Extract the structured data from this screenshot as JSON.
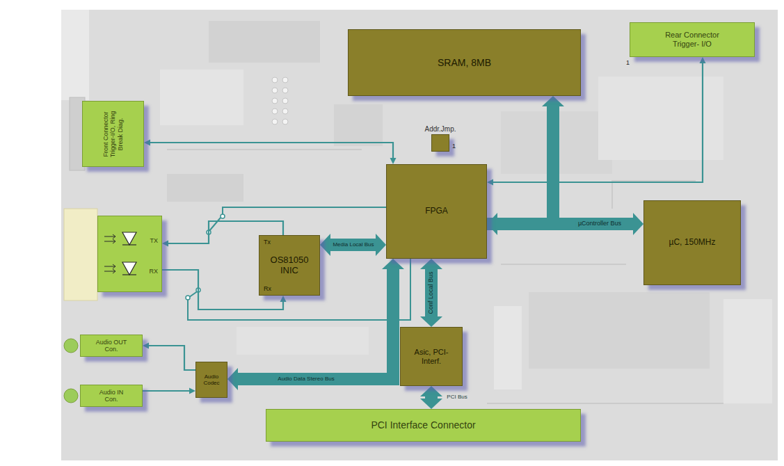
{
  "diagram": {
    "nodes": [
      {
        "text": [
          "SRAM, 8MB"
        ]
      },
      {
        "text": [
          "Rear Connector Trigger- I/O"
        ]
      },
      {
        "text": [
          "Front Connector Trigger-I/O, Ring Break Diag."
        ]
      },
      {
        "text": [
          "Addr.Jmp."
        ]
      },
      {
        "text": [
          "FPGA"
        ]
      },
      {
        "text": [
          "µC, 150MHz"
        ]
      },
      {
        "text": [
          "TX",
          "RX"
        ]
      },
      {
        "text": [
          "OS81050 INIC",
          "Tx",
          "Rx"
        ]
      },
      {
        "text": [
          "Audio OUT Con."
        ]
      },
      {
        "text": [
          "Audio IN Con."
        ]
      },
      {
        "text": [
          "Audio Codec"
        ]
      },
      {
        "text": [
          "Asic, PCI-Interf."
        ]
      },
      {
        "text": [
          "PCI Interface Connector"
        ]
      }
    ],
    "edges": [
      {
        "from": 4,
        "to": 0,
        "arrow": "to"
      },
      {
        "from": 4,
        "to": 5,
        "label": "µController Bus",
        "arrow": "both"
      },
      {
        "from": 4,
        "to": 1,
        "arrow": "both"
      },
      {
        "from": 2,
        "to": 4,
        "arrow": "both"
      },
      {
        "from": 7,
        "to": 4,
        "label": "Media Local Bus",
        "arrow": "both"
      },
      {
        "from": 4,
        "to": 11,
        "label": "Conf Local Bus",
        "arrow": "both"
      },
      {
        "from": 4,
        "to": 10,
        "label": "Audio Data Stereo Bus",
        "arrow": "both"
      },
      {
        "from": 11,
        "to": 12,
        "label": "PCI Bus",
        "arrow": "both"
      },
      {
        "from": 10,
        "to": 8,
        "arrow": "to"
      },
      {
        "from": 9,
        "to": 10,
        "arrow": "to"
      },
      {
        "from": 7,
        "to": 6,
        "arrow": "to"
      },
      {
        "from": 6,
        "to": 7,
        "arrow": "to"
      }
    ],
    "labels": [
      "1",
      "1"
    ]
  }
}
